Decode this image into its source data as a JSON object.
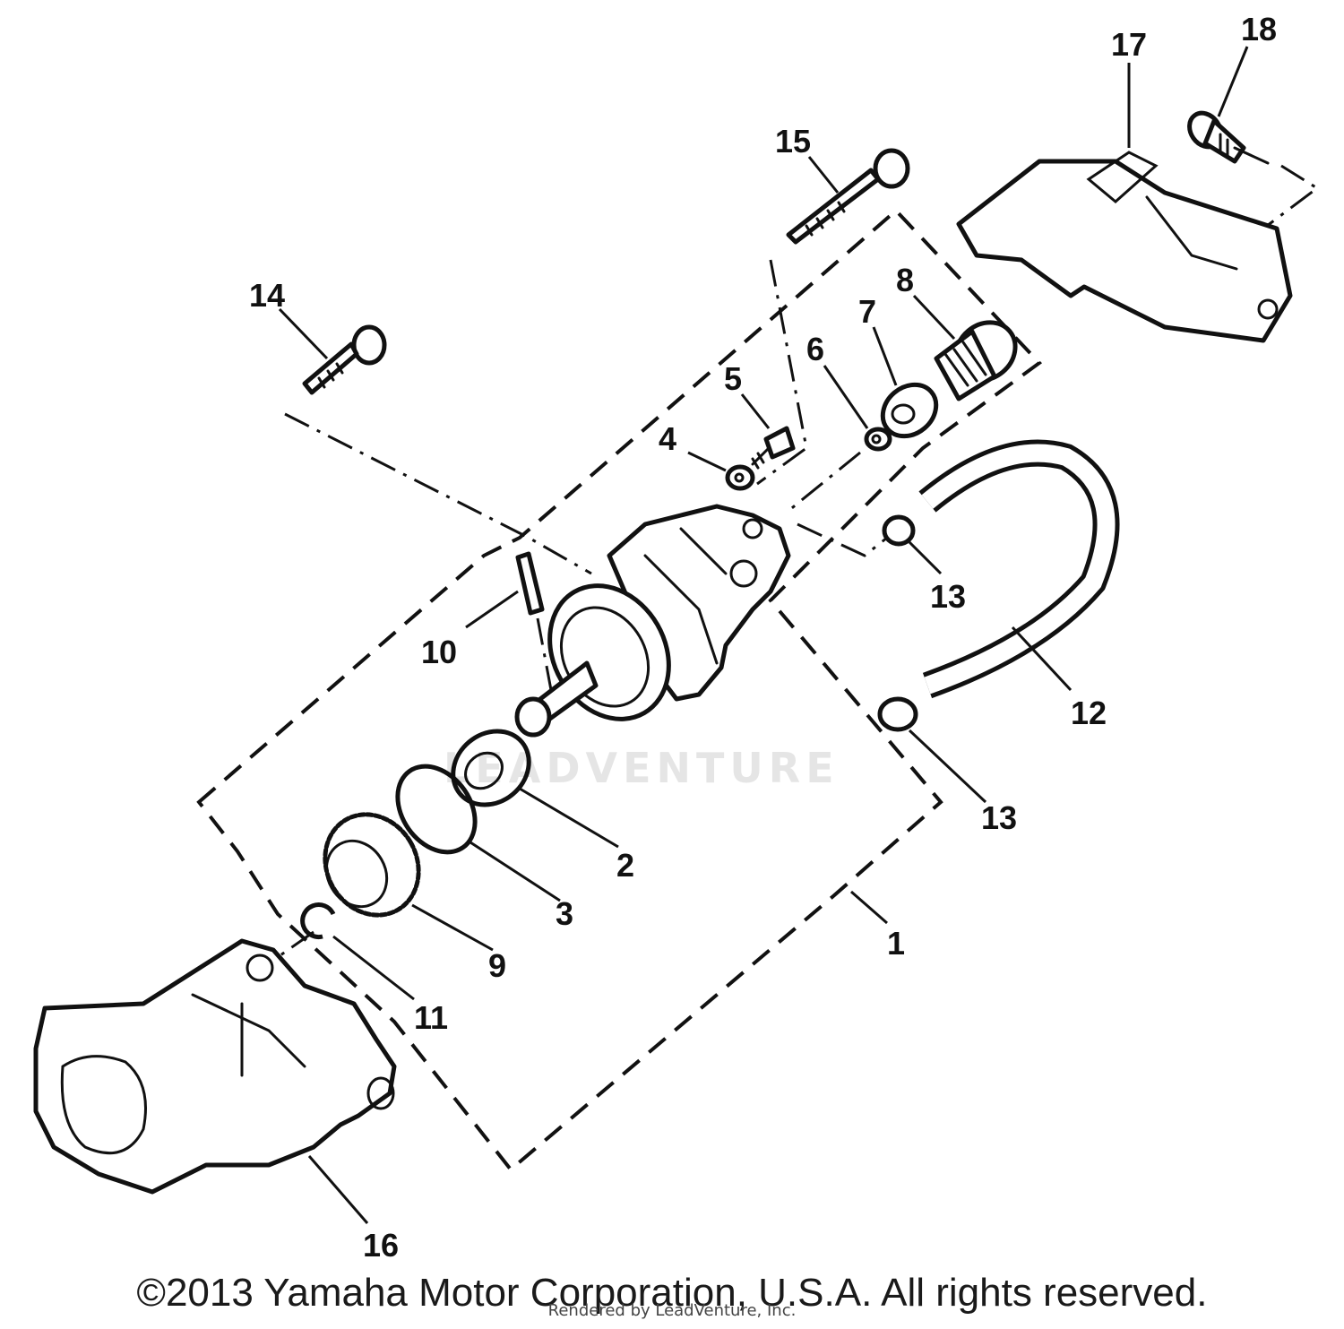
{
  "diagram": {
    "callouts": [
      {
        "id": "1",
        "text": "1"
      },
      {
        "id": "2",
        "text": "2"
      },
      {
        "id": "3",
        "text": "3"
      },
      {
        "id": "4",
        "text": "4"
      },
      {
        "id": "5",
        "text": "5"
      },
      {
        "id": "6",
        "text": "6"
      },
      {
        "id": "7",
        "text": "7"
      },
      {
        "id": "8",
        "text": "8"
      },
      {
        "id": "9",
        "text": "9"
      },
      {
        "id": "10",
        "text": "10"
      },
      {
        "id": "11",
        "text": "11"
      },
      {
        "id": "12",
        "text": "12"
      },
      {
        "id": "13a",
        "text": "13"
      },
      {
        "id": "13b",
        "text": "13"
      },
      {
        "id": "14",
        "text": "14"
      },
      {
        "id": "15",
        "text": "15"
      },
      {
        "id": "16",
        "text": "16"
      },
      {
        "id": "17",
        "text": "17"
      },
      {
        "id": "18",
        "text": "18"
      }
    ]
  },
  "watermark": "LEADVENTURE",
  "copyright": "©2013 Yamaha Motor Corporation, U.S.A. All rights reserved.",
  "rendered_by": "Rendered by LeadVenture, Inc."
}
